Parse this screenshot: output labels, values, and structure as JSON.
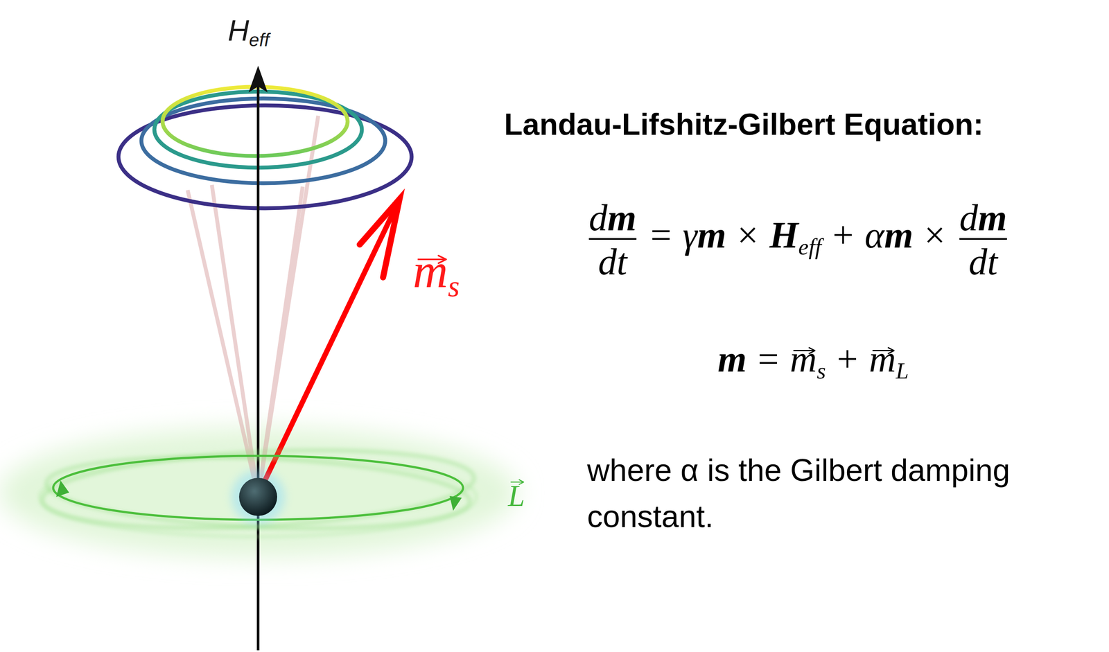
{
  "diagram": {
    "title": "Landau-Lifshitz-Gilbert Equation:",
    "labels": [
      "H",
      "eff",
      "m",
      "s",
      "L",
      "d",
      "m",
      "dt",
      "=",
      "γ",
      "m",
      "×",
      "H",
      "eff",
      "+",
      "α",
      "m",
      "×",
      "d",
      "m",
      "dt",
      "m",
      "=",
      "m",
      "s",
      "+",
      "m",
      "L",
      "where α is the Gilbert damping constant."
    ]
  }
}
